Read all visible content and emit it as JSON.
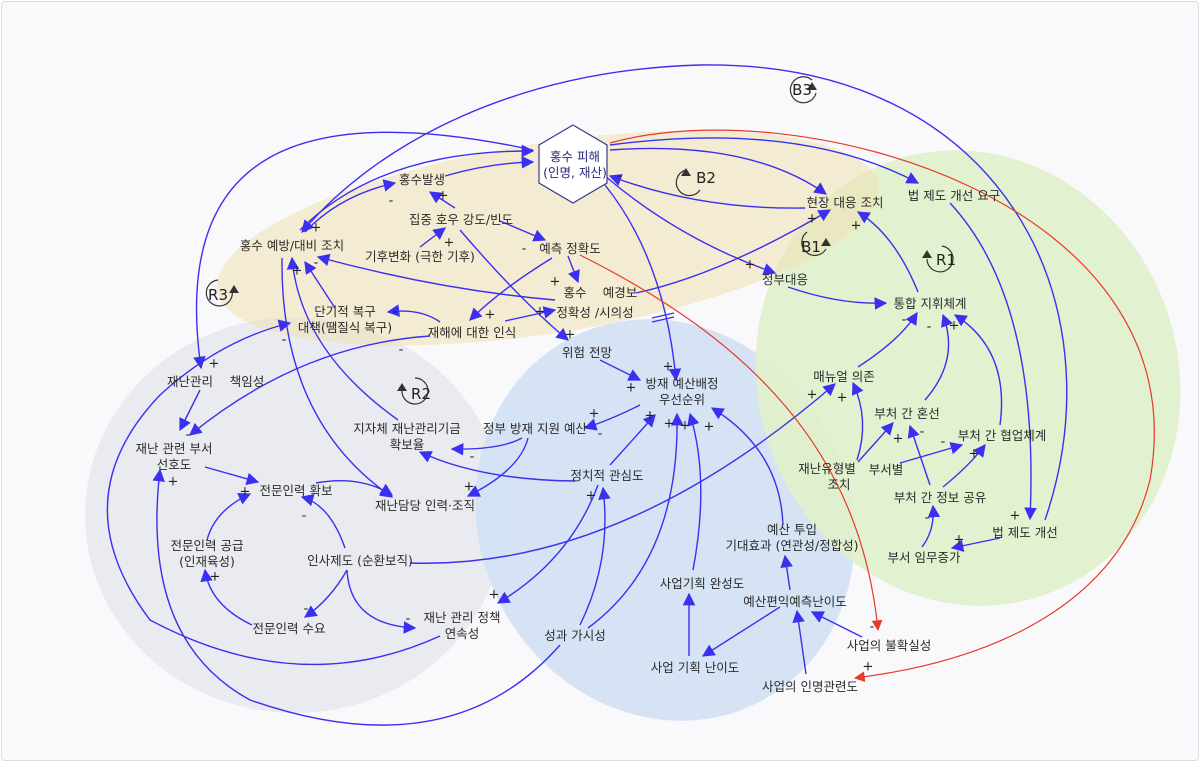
{
  "nodes": {
    "flood_damage": [
      "홍수 피해",
      "(인명, 재산)"
    ],
    "flood_occurrence": "홍수발생",
    "heavy_rain": "집중 호우 강도/빈도",
    "climate_change": "기후변화 (극한 기후)",
    "flood_prevention": "홍수 예방/대비 조치",
    "forecast_accuracy": "예측 정확도",
    "flood_warning_a": "홍수",
    "flood_warning_b": "예경보",
    "flood_warning_c": "정확성 /시의성",
    "short_term_recovery": [
      "단기적  복구",
      "대책(땜질식 복구)"
    ],
    "disaster_awareness": "재해에 대한 인식",
    "risk_outlook": "위험 전망",
    "field_response": "현장 대응 조치",
    "law_reform_demand": "법 제도 개선 요구",
    "gov_response": "정부대응",
    "integrated_command": "통합 지휘체계",
    "manual_dependence": "매뉴얼 의존",
    "interagency_confusion": "부처 간 혼선",
    "interagency_cooperation": "부처 간 협업체계",
    "disaster_type_measures": [
      "재난유형별",
      "조치"
    ],
    "by_department": "부서별",
    "info_sharing": "부처 간 정보 공유",
    "law_reform": "법 제도 개선",
    "dept_workload": "부서 임무증가",
    "budget_priority": [
      "방재 예산배정",
      "우선순위"
    ],
    "gov_budget": "정부 방재 지원 예산",
    "local_fund": [
      "지자체 재난관리기금",
      "확보율"
    ],
    "political_interest": "정치적 관심도",
    "disaster_mgmt": "재난관리",
    "accountability": "책임성",
    "dept_preference": [
      "재난 관련 부서",
      "선호도"
    ],
    "expert_secured": "전문인력 확보",
    "disaster_staff": "재난담당 인력·조직",
    "expert_supply": [
      "전문인력 공급",
      "(인재육성)"
    ],
    "personnel_system": "인사제도 (순환보직)",
    "expert_demand": "전문인력 수요",
    "policy_continuity": [
      "재난 관리 정책",
      "연속성"
    ],
    "performance_visibility": "성과 가시성",
    "project_completeness": "사업기획 완성도",
    "budget_expected_effect": [
      "예산 투입",
      "기대효과 (연관성/정합성)"
    ],
    "benefit_prediction_difficulty": "예산편익예측난이도",
    "project_planning_difficulty": "사업 기획 난이도",
    "project_uncertainty": "사업의 불확실성",
    "life_relevance": "사업의 인명관련도"
  },
  "loops": {
    "B1": "B1",
    "B2": "B2",
    "B3": "B3",
    "R1": "R1",
    "R2": "R2",
    "R3": "R3"
  },
  "signs": {
    "plus": "+",
    "minus": "-"
  },
  "colors": {
    "link": "#3b2ff0",
    "delay_link": "#e8392b",
    "zone_flood": "#f5edd6",
    "zone_response": "#e0f0cc",
    "zone_personnel": "#e9ebf0",
    "zone_budget": "#d3e1f4"
  }
}
